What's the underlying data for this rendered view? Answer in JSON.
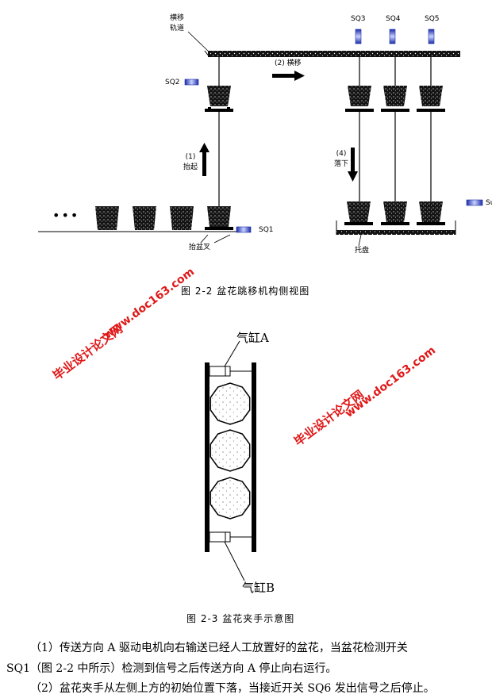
{
  "figure1": {
    "labels": {
      "track": "横移\n轨道",
      "sq2": "SQ2",
      "sq3": "SQ3",
      "sq4": "SQ4",
      "sq5": "SQ5",
      "sq1": "SQ1",
      "sq6_partial": "Su",
      "step2": "(2) 横移",
      "step1": "(1)\n抬起",
      "step4": "(4)\n落下",
      "lift_fork": "抬盆叉",
      "tray": "托盘",
      "dots": "•••"
    },
    "caption": "图 2-2  盆花跳移机构侧视图"
  },
  "figure2": {
    "label_top": "气缸A",
    "label_bottom": "气缸B",
    "caption": "图 2-3  盆花夹手示意图"
  },
  "watermarks": {
    "site": "www.doc163.com",
    "name": "毕业设计论文网"
  },
  "paragraphs": [
    "（1）传送方向 A 驱动电机向右输送已经人工放置好的盆花，当盆花检测开关",
    "SQ1（图 2-2 中所示）检测到信号之后传送方向 A 停止向右运行。",
    "（2）盆花夹手从左侧上方的初始位置下落，当接近开关 SQ6 发出信号之后停止。"
  ],
  "colors": {
    "sensor_blue": "#1c2ca8",
    "watermark_red": "#e01818"
  }
}
